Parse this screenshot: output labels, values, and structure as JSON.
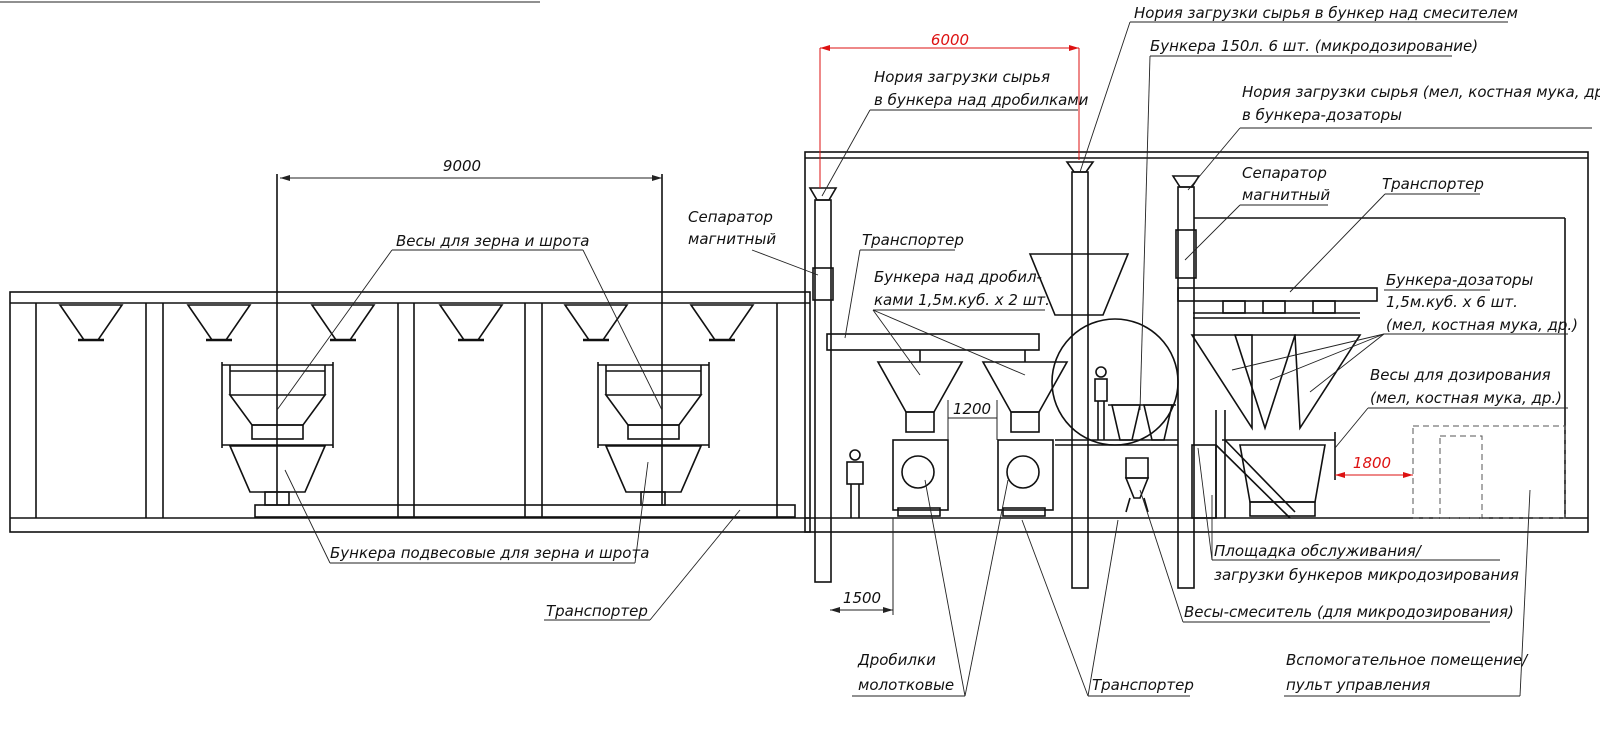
{
  "dimensions": {
    "d9000": "9000",
    "d6000": "6000",
    "d1200": "1200",
    "d1500": "1500",
    "d1800": "1800"
  },
  "labels": {
    "noria_mixer": "Нория загрузки сырья в бункер над смесителем",
    "bins_150": "Бункера 150л. 6 шт. (микродозирование)",
    "noria_dosers_1": "Нория загрузки сырья (мел, костная мука, др.)",
    "noria_dosers_2": "в бункера-дозаторы",
    "noria_crushers_1": "Нория загрузки сырья",
    "noria_crushers_2": "в бункера над дробилками",
    "separator_left_1": "Сепаратор",
    "separator_left_2": "магнитный",
    "separator_right_1": "Сепаратор",
    "separator_right_2": "магнитный",
    "transporter_top_mid": "Транспортер",
    "transporter_top_right": "Транспортер",
    "crusher_bins_1": "Бункера над дробил-",
    "crusher_bins_2": "ками 1,5м.куб. х 2 шт.",
    "scales_grain": "Весы для зерна и шрота",
    "dosing_bins_1": "Бункера-дозаторы",
    "dosing_bins_2": "1,5м.куб. х 6 шт.",
    "dosing_bins_3": "(мел, костная мука, др.)",
    "dosing_scales_1": "Весы для дозирования",
    "dosing_scales_2": "(мел, костная мука, др.)",
    "hanging_bins": "Бункера подвесовые для зерна и шрота",
    "transporter_bottom_left": "Транспортер",
    "platform_1": "Площадка обслуживания/",
    "platform_2": "загрузки бункеров микродозирования",
    "mixer_scales": "Весы-смеситель (для микродозирования)",
    "crushers_1": "Дробилки",
    "crushers_2": "молотковые",
    "transporter_bottom_mid": "Транспортер",
    "aux_room_1": "Вспомогательное помещение/",
    "aux_room_2": "пульт управления"
  }
}
